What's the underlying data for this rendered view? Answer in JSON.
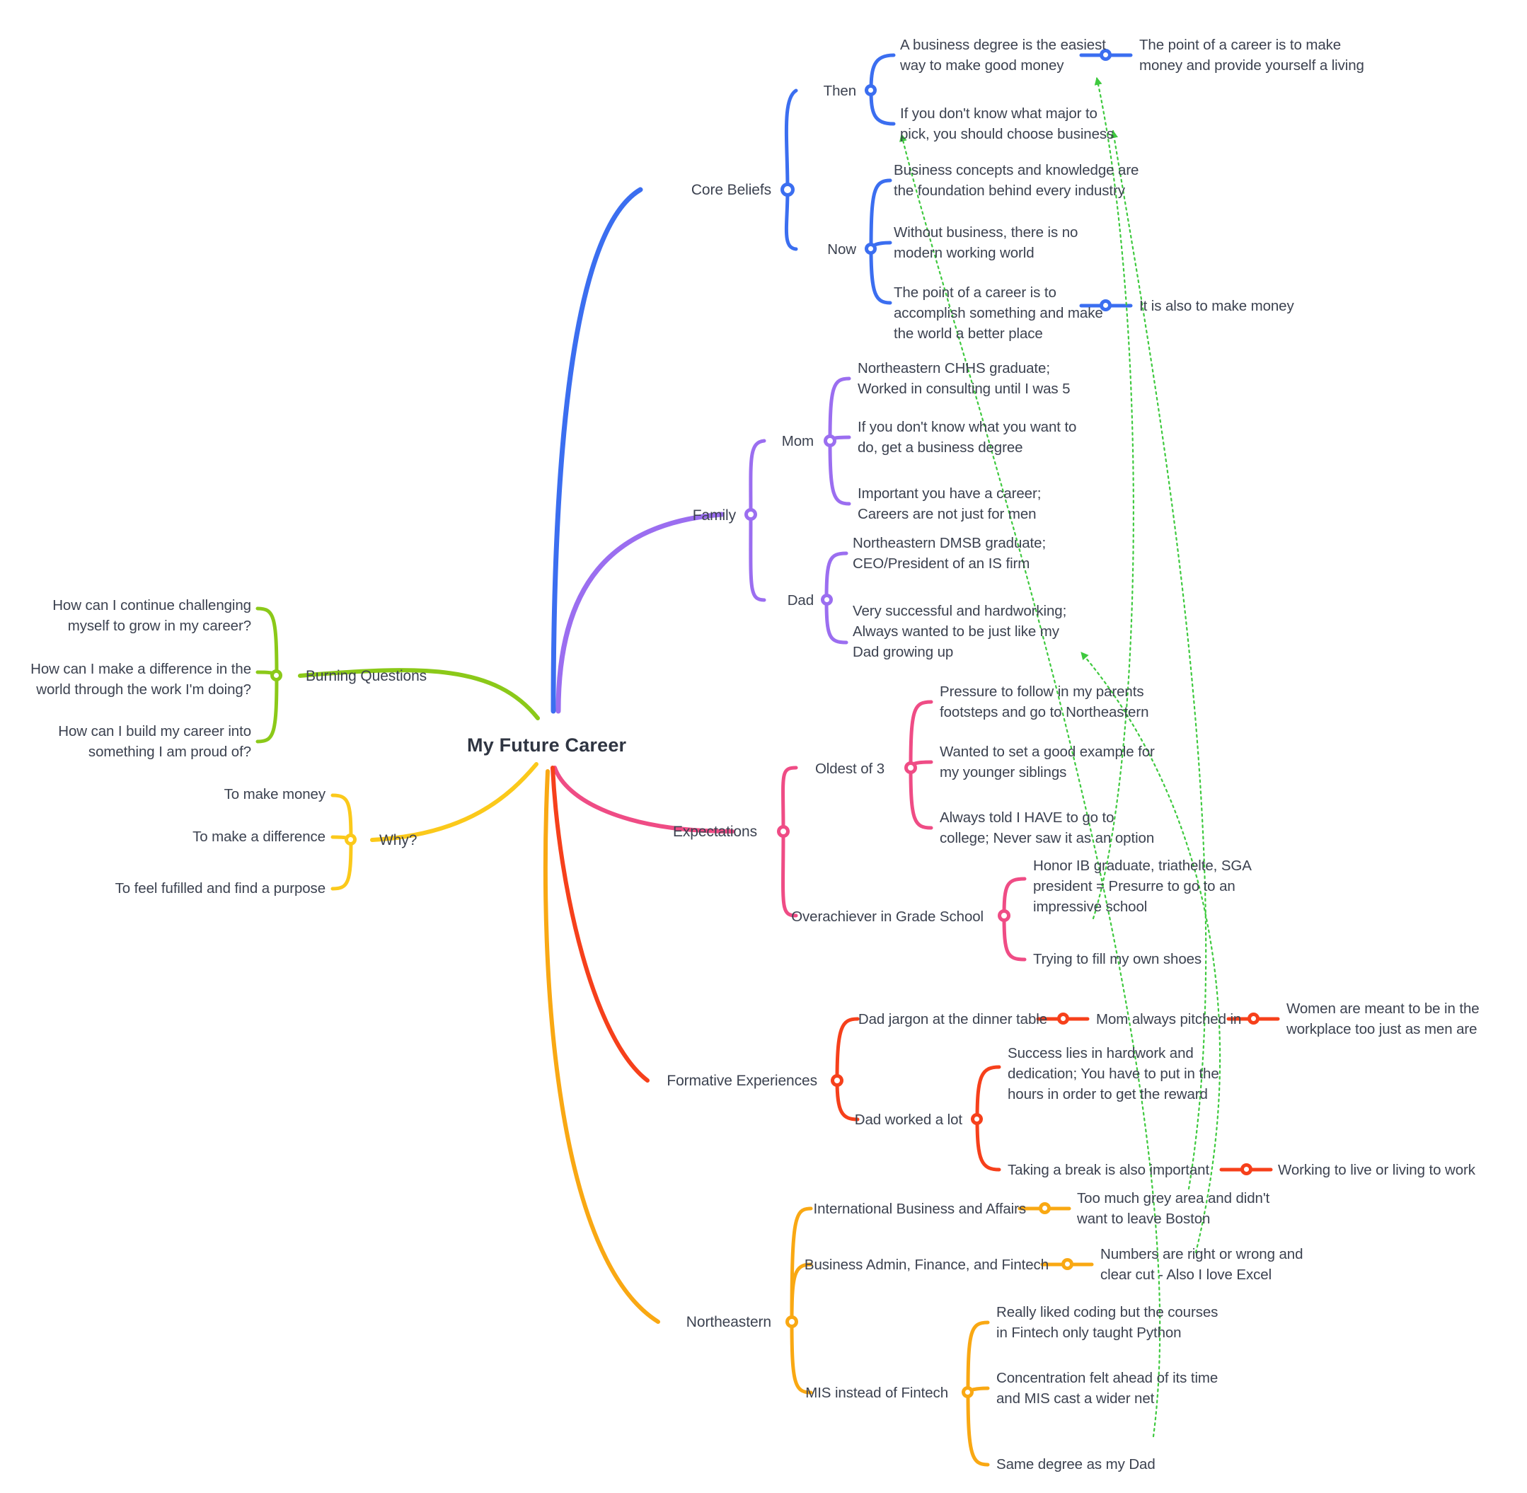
{
  "center": {
    "label": "My Future Career"
  },
  "colors": {
    "core_beliefs": "#3b6ef0",
    "family": "#9b6ef0",
    "expectations": "#ef4c85",
    "formative": "#f6401b",
    "northeastern": "#f9a813",
    "why": "#fbc91b",
    "burning_questions": "#8bc919",
    "cross_link": "#3ec93e",
    "text": "#3c4250"
  },
  "branches": [
    {
      "id": "core-beliefs",
      "label": "Core Beliefs",
      "color": "#3b6ef0",
      "side": "right",
      "children": [
        {
          "label": "Then",
          "children": [
            {
              "label": "A business degree is the easiest\nway to make good money",
              "children": [
                {
                  "label": "The point of a career is to make\nmoney and provide yourself a living"
                }
              ]
            },
            {
              "label": "If you don't know what major to\npick, you should choose business"
            }
          ]
        },
        {
          "label": "Now",
          "children": [
            {
              "label": "Business concepts and knowledge are\nthe foundation behind every industry"
            },
            {
              "label": "Without business, there is no\nmodern working world"
            },
            {
              "label": "The point of a career is to\naccomplish something and make\nthe world a better place",
              "children": [
                {
                  "label": "It is also to make money"
                }
              ]
            }
          ]
        }
      ]
    },
    {
      "id": "family",
      "label": "Family",
      "color": "#9b6ef0",
      "side": "right",
      "children": [
        {
          "label": "Mom",
          "children": [
            {
              "label": "Northeastern CHHS graduate;\nWorked in consulting until I was 5"
            },
            {
              "label": "If you don't know what you want to\ndo, get a business degree"
            },
            {
              "label": "Important you have a career;\nCareers are not just for men"
            }
          ]
        },
        {
          "label": "Dad",
          "children": [
            {
              "label": "Northeastern DMSB graduate;\nCEO/President of an IS firm"
            },
            {
              "label": "Very successful and hardworking;\nAlways wanted to be just like my\nDad growing up"
            }
          ]
        }
      ]
    },
    {
      "id": "expectations",
      "label": "Expectations",
      "color": "#ef4c85",
      "side": "right",
      "children": [
        {
          "label": "Oldest of 3",
          "children": [
            {
              "label": "Pressure to follow in my parents\nfootsteps and go to Northeastern"
            },
            {
              "label": "Wanted to set a good example for\nmy younger siblings"
            },
            {
              "label": "Always told I HAVE to go to\ncollege; Never saw it as an option"
            }
          ]
        },
        {
          "label": "Overachiever in Grade School",
          "children": [
            {
              "label": "Honor IB graduate, triathelte, SGA\npresident = Presurre to go to an\nimpressive school"
            },
            {
              "label": "Trying to fill my own shoes"
            }
          ]
        }
      ]
    },
    {
      "id": "formative-experiences",
      "label": "Formative Experiences",
      "color": "#f6401b",
      "side": "right",
      "children": [
        {
          "label": "Dad jargon at the dinner table",
          "children": [
            {
              "label": "Mom always pitched in",
              "children": [
                {
                  "label": "Women are meant to be in the\nworkplace too just as men are"
                }
              ]
            }
          ]
        },
        {
          "label": "Dad worked a lot",
          "children": [
            {
              "label": "Success lies in hardwork and\ndedication; You have to put in the\nhours in order to get the reward"
            },
            {
              "label": "Taking a break is also important",
              "children": [
                {
                  "label": "Working to live or living to work"
                }
              ]
            }
          ]
        }
      ]
    },
    {
      "id": "northeastern",
      "label": "Northeastern",
      "color": "#f9a813",
      "side": "right",
      "children": [
        {
          "label": "International Business and Affairs",
          "children": [
            {
              "label": "Too much grey area and didn't\nwant to leave Boston"
            }
          ]
        },
        {
          "label": "Business Admin, Finance, and Fintech",
          "children": [
            {
              "label": "Numbers are right or wrong and\nclear cut - Also I love Excel"
            }
          ]
        },
        {
          "label": "MIS instead of Fintech",
          "children": [
            {
              "label": "Really liked coding but the courses\nin Fintech only taught Python"
            },
            {
              "label": "Concentration felt ahead of its time\nand MIS cast a wider net"
            },
            {
              "label": "Same degree as my Dad"
            }
          ]
        }
      ]
    },
    {
      "id": "burning-questions",
      "label": "Burning Questions",
      "color": "#8bc919",
      "side": "left",
      "children": [
        {
          "label": "How can I continue challenging\nmyself to grow in my career?"
        },
        {
          "label": "How can I make a difference in the\nworld through the work I'm doing?"
        },
        {
          "label": "How can I build my career into\nsomething I am proud of?"
        }
      ]
    },
    {
      "id": "why",
      "label": "Why?",
      "color": "#fbc91b",
      "side": "left",
      "children": [
        {
          "label": "To make money"
        },
        {
          "label": "To make a difference"
        },
        {
          "label": "To feel fufilled and find a purpose"
        }
      ]
    }
  ],
  "cross_links": [
    {
      "from": "overachiever-impressive-school",
      "to": "then-point-of-career-money"
    },
    {
      "from": "mis-same-degree-as-dad",
      "to": "pick-you-should-choose-business"
    },
    {
      "from": "taking-a-break-important",
      "to": "business-concepts-foundation"
    },
    {
      "from": "numbers-right-or-wrong",
      "to": "dad-growing-up"
    }
  ],
  "labels": {
    "center_label": "My Future Career",
    "core_beliefs": "Core Beliefs",
    "then": "Then",
    "now": "Now",
    "family": "Family",
    "mom": "Mom",
    "dad": "Dad",
    "expectations": "Expectations",
    "oldest_of_3": "Oldest of 3",
    "overachiever": "Overachiever in Grade School",
    "formative_experiences": "Formative Experiences",
    "dad_jargon": "Dad jargon at the dinner table",
    "mom_pitched_in": "Mom always pitched in",
    "women_workplace": "Women are meant to be in the\nworkplace too just as men are",
    "dad_worked_a_lot": "Dad worked a lot",
    "success_hardwork": "Success lies in hardwork and\ndedication; You have to put in the\nhours in order to get the reward",
    "taking_a_break": "Taking a break is also important",
    "working_to_live": "Working to live or living to work",
    "northeastern": "Northeastern",
    "intl_business": "International Business and Affairs",
    "too_much_grey": "Too much grey area and didn't\nwant to leave Boston",
    "business_admin": "Business Admin, Finance, and Fintech",
    "numbers_right": "Numbers are right or wrong and\nclear cut - Also I love Excel",
    "mis_instead": "MIS instead of Fintech",
    "liked_coding": "Really liked coding but the courses\nin Fintech only taught Python",
    "concentration": "Concentration felt ahead of its time\nand MIS cast a wider net",
    "same_degree": "Same degree as my Dad",
    "burning_questions": "Burning Questions",
    "bq1": "How can I continue challenging\nmyself to grow in my career?",
    "bq2": "How can I make a difference in the\nworld through the work I'm doing?",
    "bq3": "How can I build my career into\nsomething I am proud of?",
    "why": "Why?",
    "why1": "To make money",
    "why2": "To make a difference",
    "why3": "To feel fufilled and find a purpose",
    "cb_then_1": "A business degree is the easiest\nway to make good money",
    "cb_then_1_sub": "The point of a career is to make\nmoney and provide yourself a living",
    "cb_then_2": "If you don't know what major to\npick, you should choose business",
    "cb_now_1": "Business concepts and knowledge are\nthe foundation behind every industry",
    "cb_now_2": "Without business, there is no\nmodern working world",
    "cb_now_3": "The point of a career is to\naccomplish something and make\nthe world a better place",
    "cb_now_3_sub": "It is also to make money",
    "mom_1": "Northeastern CHHS graduate;\nWorked in consulting until I was 5",
    "mom_2": "If you don't know what you want to\ndo, get a business degree",
    "mom_3": "Important you have a career;\nCareers are not just for men",
    "dad_1": "Northeastern DMSB graduate;\nCEO/President of an IS firm",
    "dad_2": "Very successful and hardworking;\nAlways wanted to be just like my\nDad growing up",
    "old_1": "Pressure to follow in my parents\nfootsteps and go to Northeastern",
    "old_2": "Wanted to set a good example for\nmy younger siblings",
    "old_3": "Always told I HAVE to go to\ncollege; Never saw it as an option",
    "over_1": "Honor IB graduate, triathelte, SGA\npresident = Presurre to go to an\nimpressive school",
    "over_2": "Trying to fill my own shoes"
  }
}
